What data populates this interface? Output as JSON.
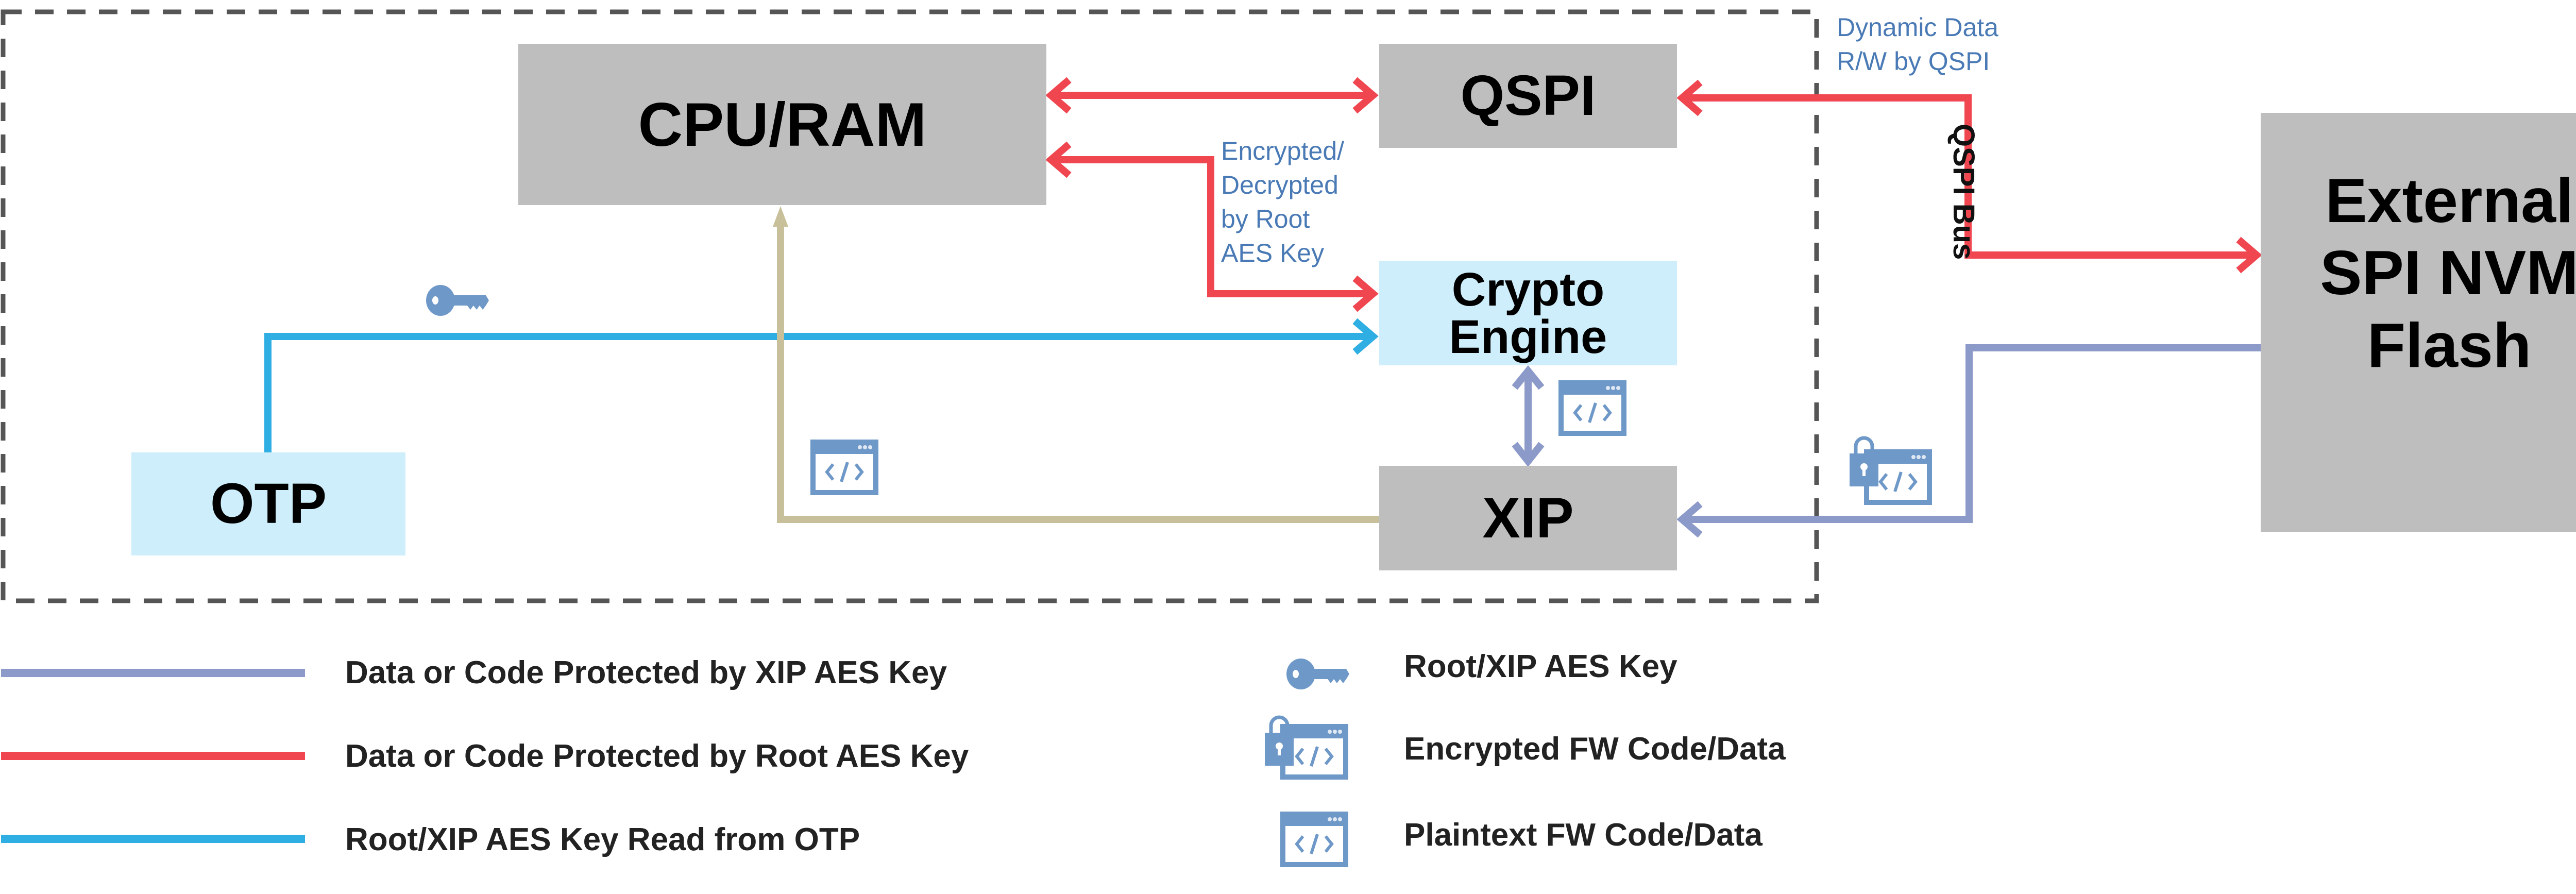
{
  "blocks": {
    "cpu_ram": "CPU/RAM",
    "qspi": "QSPI",
    "crypto_engine": [
      "Crypto",
      "Engine"
    ],
    "xip": "XIP",
    "otp": "OTP",
    "external_flash": [
      "External",
      "SPI NVM",
      "Flash"
    ]
  },
  "annotations": {
    "encrypted_decrypted": [
      "Encrypted/",
      "Decrypted",
      "by Root",
      "AES Key"
    ],
    "dynamic_data": [
      "Dynamic Data",
      "R/W by QSPI"
    ],
    "qspi_bus": "QSPI Bus"
  },
  "legend": {
    "lines": [
      {
        "label": "Data or Code Protected by XIP AES Key",
        "color": "#8c9ac9"
      },
      {
        "label": "Data or Code Protected by Root AES Key",
        "color": "#f04650"
      },
      {
        "label": "Root/XIP AES Key Read from OTP",
        "color": "#2eaee2"
      }
    ],
    "icons": [
      {
        "label": "Root/XIP AES Key",
        "icon": "key-icon"
      },
      {
        "label": "Encrypted FW Code/Data",
        "icon": "encrypted-code-icon"
      },
      {
        "label": "Plaintext FW Code/Data",
        "icon": "plaintext-code-icon"
      }
    ]
  },
  "colors": {
    "xip_line": "#8c9ac9",
    "root_line": "#f04650",
    "otp_line": "#2eaee2",
    "plain_path": "#c8c09a",
    "icon": "#6e98c8",
    "block_gray": "#bebebe",
    "block_cyan": "#cdeefa"
  }
}
